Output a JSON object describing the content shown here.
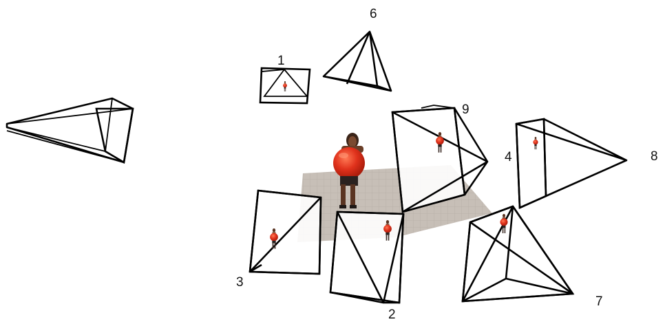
{
  "scene": {
    "colors": {
      "background": "#ffffff",
      "floor": "#b9b0a6",
      "ball": "#e0321c",
      "person_skin": "#7a4a30",
      "person_clothes": "#2a2220",
      "frustum_line": "#000000"
    },
    "cameras": [
      {
        "id": "cam-1",
        "label": "1"
      },
      {
        "id": "cam-2",
        "label": "2"
      },
      {
        "id": "cam-3",
        "label": "3"
      },
      {
        "id": "cam-4",
        "label": "4"
      },
      {
        "id": "cam-6",
        "label": "6"
      },
      {
        "id": "cam-7",
        "label": "7"
      },
      {
        "id": "cam-8",
        "label": "8"
      },
      {
        "id": "cam-9",
        "label": "9"
      }
    ]
  }
}
